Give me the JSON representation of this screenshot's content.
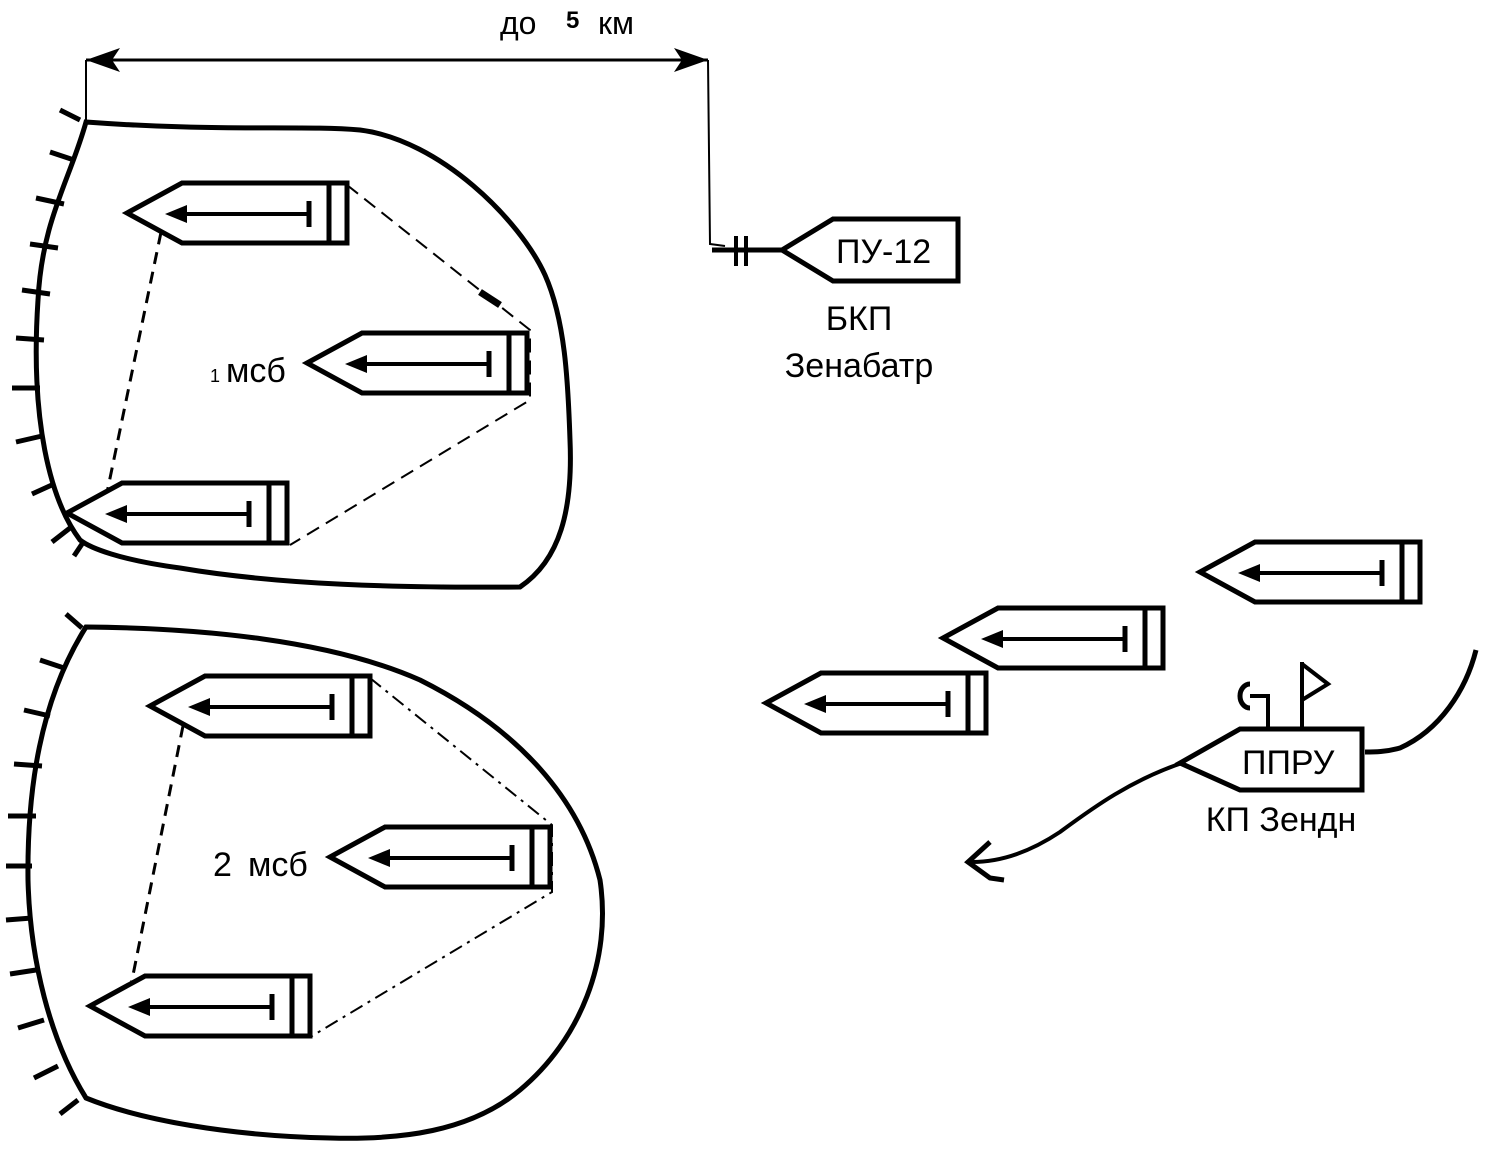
{
  "distance": {
    "prefix": "до",
    "value": "5",
    "unit": "км"
  },
  "battalions": [
    {
      "number": "1",
      "label": "мсб"
    },
    {
      "number": "2",
      "label": "мсб"
    }
  ],
  "observation_post": {
    "sign": "ПУ-12",
    "title": "БКП",
    "name": "Зенабатр"
  },
  "command_post": {
    "sign": "ППРУ",
    "title": "КП Зендн"
  }
}
